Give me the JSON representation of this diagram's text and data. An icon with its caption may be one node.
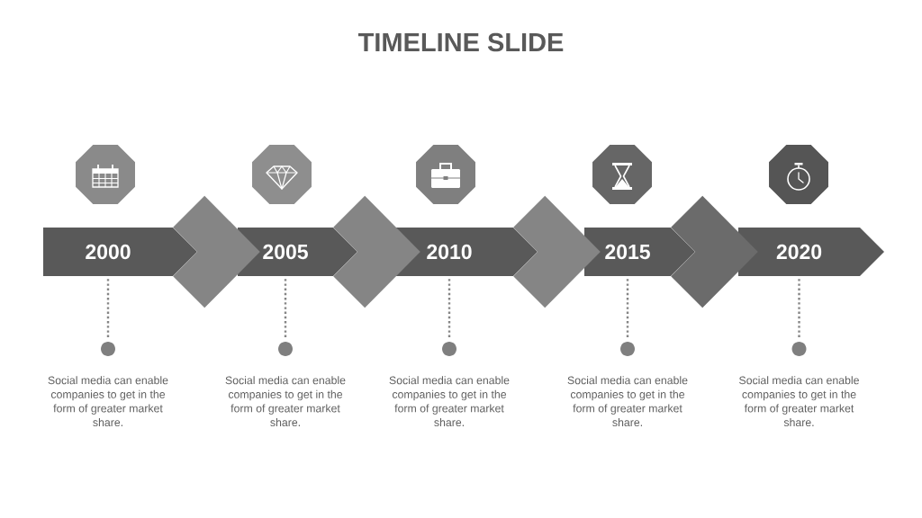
{
  "diagram": {
    "title": "TIMELINE SLIDE",
    "nodes": [
      {
        "text": [
          "2000"
        ]
      },
      {
        "text": [
          "2005"
        ]
      },
      {
        "text": [
          "2010"
        ]
      },
      {
        "text": [
          "2015"
        ]
      },
      {
        "text": [
          "2020"
        ]
      },
      {
        "text": [],
        "shape": "circle",
        "beside": [
          "Social media can enable companies to get in the form of greater market share."
        ]
      },
      {
        "text": [],
        "shape": "circle",
        "beside": [
          "Social media can enable companies to get in the form of greater market share."
        ]
      },
      {
        "text": [],
        "shape": "circle",
        "beside": [
          "Social media can enable companies to get in the form of greater market share."
        ]
      },
      {
        "text": [],
        "shape": "circle",
        "beside": [
          "Social media can enable companies to get in the form of greater market share."
        ]
      },
      {
        "text": [],
        "shape": "circle",
        "beside": [
          "Social media can enable companies to get in the form of greater market share."
        ]
      }
    ],
    "edges": [
      {
        "from": 0,
        "to": 1,
        "arrow": "to"
      },
      {
        "from": 1,
        "to": 2,
        "arrow": "to"
      },
      {
        "from": 2,
        "to": 3,
        "arrow": "to"
      },
      {
        "from": 3,
        "to": 4,
        "arrow": "to",
        "color": "#6b6b6b"
      },
      {
        "from": 0,
        "to": 5,
        "arrow": "none",
        "style": "dashed"
      },
      {
        "from": 1,
        "to": 6,
        "arrow": "none",
        "style": "dashed"
      },
      {
        "from": 2,
        "to": 7,
        "arrow": "none",
        "style": "dashed"
      },
      {
        "from": 3,
        "to": 8,
        "arrow": "none",
        "style": "dashed"
      },
      {
        "from": 4,
        "to": 9,
        "arrow": "none",
        "style": "dashed"
      }
    ]
  }
}
